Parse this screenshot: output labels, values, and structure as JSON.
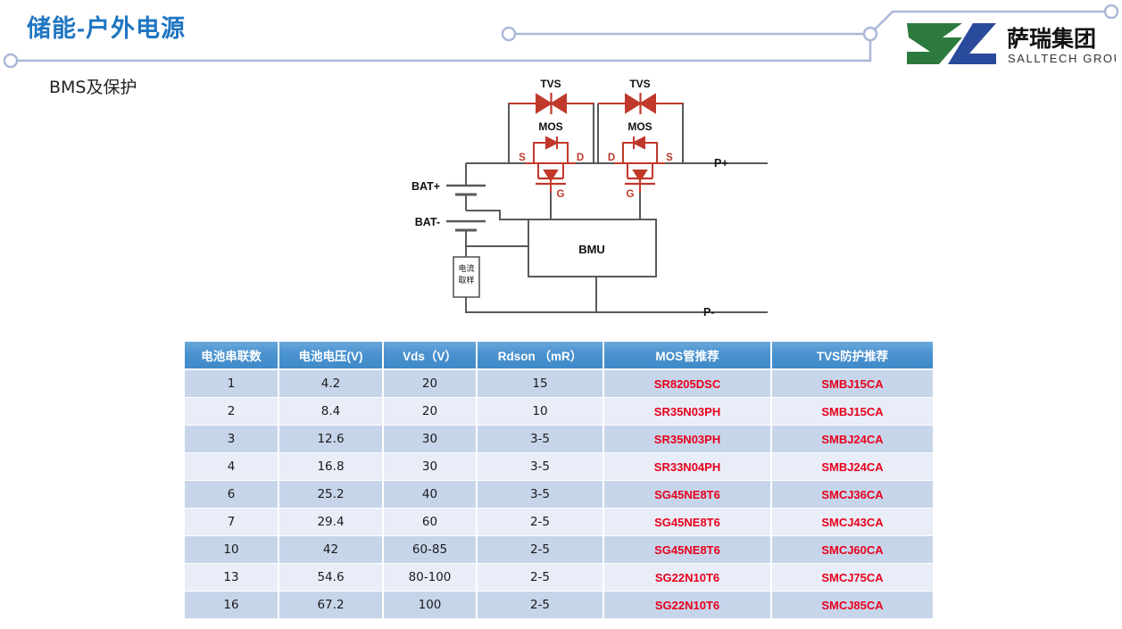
{
  "header": {
    "title": "储能-户外电源",
    "subtitle": "BMS及保护",
    "accent_color": "#1f76c2",
    "deco_line_color": "#aab8d8",
    "logo": {
      "name_cn": "萨瑞集团",
      "name_en": "SALLTECH GROUP",
      "mark_green": "#2d7a3e",
      "mark_blue": "#2a4b9b"
    }
  },
  "circuit": {
    "labels": {
      "tvs_left": "TVS",
      "tvs_right": "TVS",
      "mos_left": "MOS",
      "mos_right": "MOS",
      "s_left": "S",
      "d_left": "D",
      "g_left": "G",
      "d_right": "D",
      "s_right": "S",
      "g_right": "G",
      "bat_plus": "BAT+",
      "bat_minus": "BAT-",
      "p_plus": "P+",
      "p_minus": "P-",
      "bmu": "BMU",
      "shunt_line1": "电流",
      "shunt_line2": "取样"
    },
    "wire_color": "#58595b",
    "device_color": "#c0392b"
  },
  "table": {
    "columns": [
      "电池串联数",
      "电池电压(V)",
      "Vds（V）",
      "Rdson （mR）",
      "MOS管推荐",
      "TVS防护推荐"
    ],
    "rows": [
      [
        "1",
        "4.2",
        "20",
        "15",
        "SR8205DSC",
        "SMBJ15CA"
      ],
      [
        "2",
        "8.4",
        "20",
        "10",
        "SR35N03PH",
        "SMBJ15CA"
      ],
      [
        "3",
        "12.6",
        "30",
        "3-5",
        "SR35N03PH",
        "SMBJ24CA"
      ],
      [
        "4",
        "16.8",
        "30",
        "3-5",
        "SR33N04PH",
        "SMBJ24CA"
      ],
      [
        "6",
        "25.2",
        "40",
        "3-5",
        "SG45NE8T6",
        "SMCJ36CA"
      ],
      [
        "7",
        "29.4",
        "60",
        "2-5",
        "SG45NE8T6",
        "SMCJ43CA"
      ],
      [
        "10",
        "42",
        "60-85",
        "2-5",
        "SG45NE8T6",
        "SMCJ60CA"
      ],
      [
        "13",
        "54.6",
        "80-100",
        "2-5",
        "SG22N10T6",
        "SMCJ75CA"
      ],
      [
        "16",
        "67.2",
        "100",
        "2-5",
        "SG22N10T6",
        "SMCJ85CA"
      ]
    ],
    "header_color": "#4a92cf",
    "row_odd_color": "#c7d5ea",
    "row_even_color": "#e8edf7",
    "part_color": "#e8001c"
  }
}
